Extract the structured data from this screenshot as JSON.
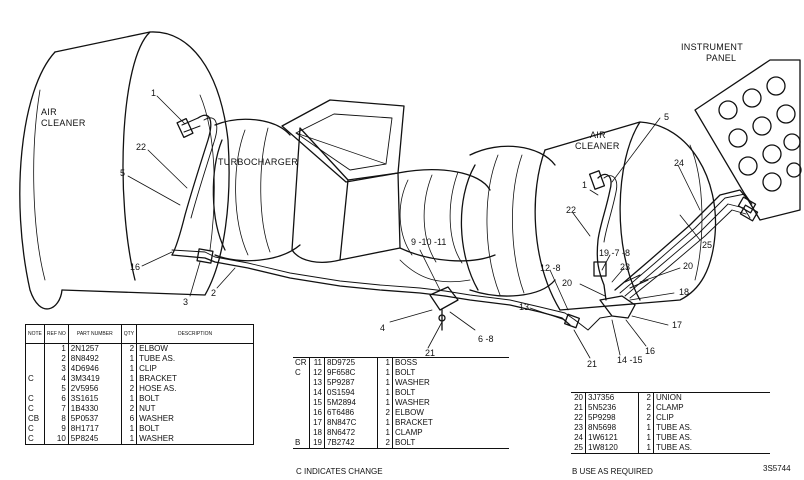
{
  "labels": {
    "air_cleaner_left": [
      "AIR",
      "CLEANER"
    ],
    "air_cleaner_right": [
      "AIR",
      "CLEANER"
    ],
    "turbocharger": "TURBOCHARGER",
    "instrument_panel": [
      "INSTRUMENT",
      "PANEL"
    ]
  },
  "callouts": [
    {
      "id": "c1a",
      "text": "1"
    },
    {
      "id": "c22a",
      "text": "22"
    },
    {
      "id": "c5a",
      "text": "5"
    },
    {
      "id": "c16a",
      "text": "16"
    },
    {
      "id": "c3",
      "text": "3"
    },
    {
      "id": "c2",
      "text": "2"
    },
    {
      "id": "c9",
      "text": "9 -10 -11"
    },
    {
      "id": "c4",
      "text": "4"
    },
    {
      "id": "c21a",
      "text": "21"
    },
    {
      "id": "c68",
      "text": "6 -8"
    },
    {
      "id": "c13",
      "text": "13"
    },
    {
      "id": "c128",
      "text": "12 -8"
    },
    {
      "id": "c1b",
      "text": "1"
    },
    {
      "id": "c22b",
      "text": "22"
    },
    {
      "id": "c5b",
      "text": "5"
    },
    {
      "id": "c24",
      "text": "24"
    },
    {
      "id": "c25",
      "text": "25"
    },
    {
      "id": "c1978",
      "text": "19 -7 -8"
    },
    {
      "id": "c23",
      "text": "23"
    },
    {
      "id": "c20a",
      "text": "20"
    },
    {
      "id": "c20b",
      "text": "20"
    },
    {
      "id": "c18",
      "text": "18"
    },
    {
      "id": "c17",
      "text": "17"
    },
    {
      "id": "c16b",
      "text": "16"
    },
    {
      "id": "c1415",
      "text": "14 -15"
    },
    {
      "id": "c21b",
      "text": "21"
    }
  ],
  "table1": {
    "headers": [
      "NOTE",
      "REF NO",
      "PART NUMBER",
      "QTY",
      "DESCRIPTION"
    ],
    "rows": [
      [
        "",
        "1",
        "2N1257",
        "2",
        "ELBOW"
      ],
      [
        "",
        "2",
        "8N8492",
        "1",
        "TUBE AS."
      ],
      [
        "",
        "3",
        "4D6946",
        "1",
        "CLIP"
      ],
      [
        "C",
        "4",
        "3M3419",
        "1",
        "BRACKET"
      ],
      [
        "",
        "5",
        "2V5956",
        "2",
        "HOSE AS."
      ],
      [
        "C",
        "6",
        "3S1615",
        "1",
        "BOLT"
      ],
      [
        "C",
        "7",
        "1B4330",
        "2",
        "NUT"
      ],
      [
        "CB",
        "8",
        "5P0537",
        "6",
        "WASHER"
      ],
      [
        "C",
        "9",
        "8H1717",
        "1",
        "BOLT"
      ],
      [
        "C",
        "10",
        "5P8245",
        "1",
        "WASHER"
      ]
    ]
  },
  "table2": {
    "rows": [
      [
        "CR",
        "11",
        "8D9725",
        "1",
        "BOSS"
      ],
      [
        "C",
        "12",
        "9F658C",
        "1",
        "BOLT"
      ],
      [
        "",
        "13",
        "5P9287",
        "1",
        "WASHER"
      ],
      [
        "",
        "14",
        "0S1594",
        "1",
        "BOLT"
      ],
      [
        "",
        "15",
        "5M2894",
        "1",
        "WASHER"
      ],
      [
        "",
        "16",
        "6T6486",
        "2",
        "ELBOW"
      ],
      [
        "",
        "17",
        "8N847C",
        "1",
        "BRACKET"
      ],
      [
        "",
        "18",
        "8N6472",
        "1",
        "CLAMP"
      ],
      [
        "B",
        "19",
        "7B2742",
        "2",
        "BOLT"
      ]
    ],
    "footnote": "C   INDICATES CHANGE"
  },
  "table3": {
    "rows": [
      [
        "20",
        "3J7356",
        "2",
        "UNION"
      ],
      [
        "21",
        "5N5236",
        "2",
        "CLAMP"
      ],
      [
        "22",
        "5P9298",
        "2",
        "CLIP"
      ],
      [
        "23",
        "8N5698",
        "1",
        "TUBE AS."
      ],
      [
        "24",
        "1W6121",
        "1",
        "TUBE AS."
      ],
      [
        "25",
        "1W8120",
        "1",
        "TUBE AS."
      ]
    ],
    "footnote": "B   USE AS REQUIRED"
  },
  "drawing_number": "3S5744"
}
